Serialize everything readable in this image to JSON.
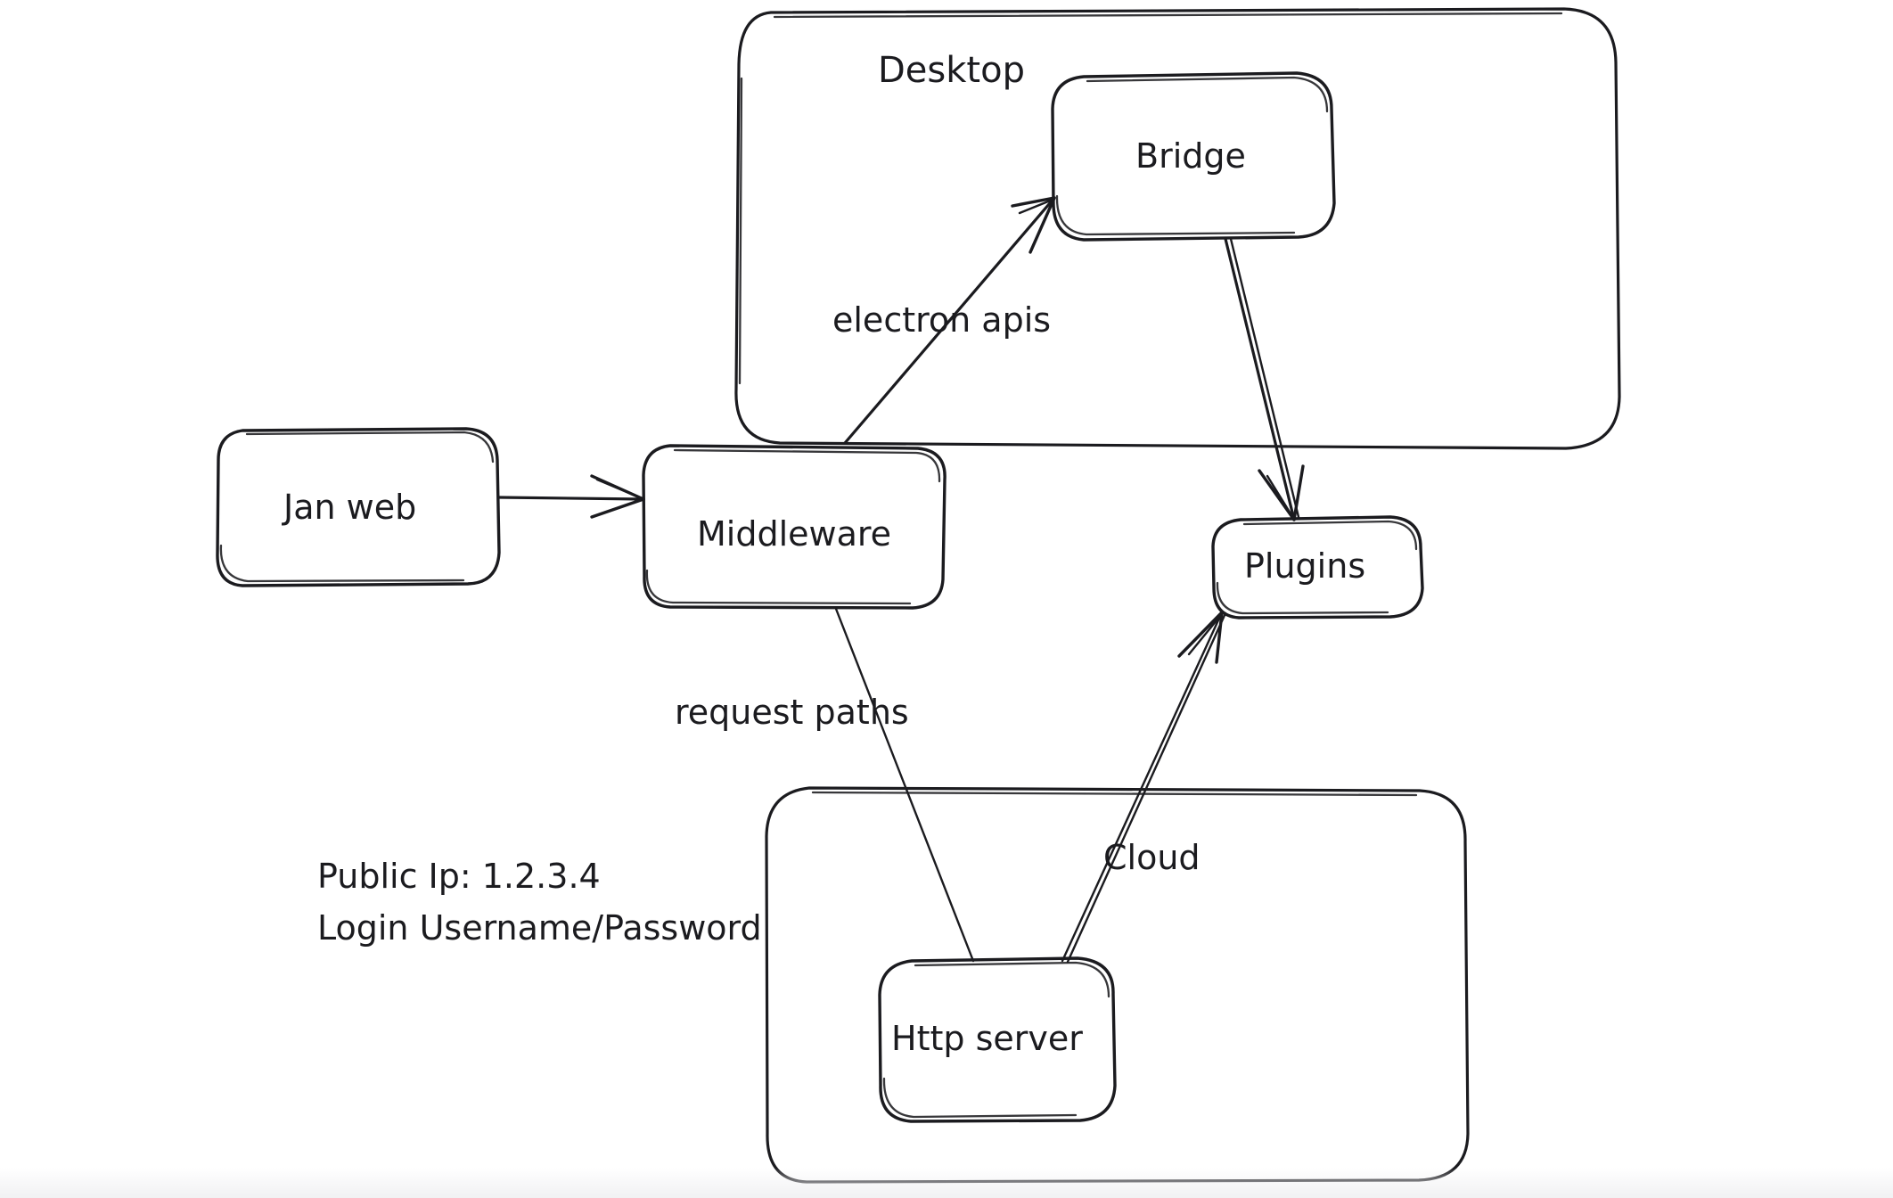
{
  "diagram": {
    "title_visible": false,
    "style": "hand-drawn whiteboard architecture diagram",
    "stroke_color": "#1b1b1f",
    "background_color": "#ffffff"
  },
  "groups": [
    {
      "id": "desktop",
      "label": "Desktop",
      "contains": [
        "bridge"
      ]
    },
    {
      "id": "cloud-group",
      "label": "",
      "contains": [
        "http-server"
      ]
    }
  ],
  "nodes": [
    {
      "id": "jan-web",
      "label": "Jan web"
    },
    {
      "id": "middleware",
      "label": "Middleware"
    },
    {
      "id": "bridge",
      "label": "Bridge"
    },
    {
      "id": "plugins",
      "label": "Plugins"
    },
    {
      "id": "http-server",
      "label": "Http server"
    }
  ],
  "edges": [
    {
      "id": "jan-to-middleware",
      "from": "jan-web",
      "to": "middleware",
      "label": ""
    },
    {
      "id": "middleware-to-bridge",
      "from": "middleware",
      "to": "bridge",
      "label": "electron apis"
    },
    {
      "id": "bridge-to-plugins",
      "from": "bridge",
      "to": "plugins",
      "label": ""
    },
    {
      "id": "middleware-to-http",
      "from": "middleware",
      "to": "http-server",
      "label": "request paths"
    },
    {
      "id": "http-to-plugins",
      "from": "http-server",
      "to": "plugins",
      "label": "Cloud"
    }
  ],
  "notes": {
    "public_ip_line": "Public Ip: 1.2.3.4",
    "login_line": "Login Username/Password"
  }
}
